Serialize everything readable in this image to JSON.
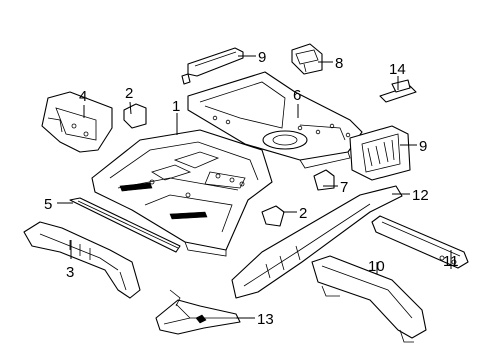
{
  "callouts": [
    {
      "id": "c1",
      "text": "1"
    },
    {
      "id": "c2a",
      "text": "2"
    },
    {
      "id": "c2b",
      "text": "2"
    },
    {
      "id": "c3",
      "text": "3"
    },
    {
      "id": "c4",
      "text": "4"
    },
    {
      "id": "c5",
      "text": "5"
    },
    {
      "id": "c6",
      "text": "6"
    },
    {
      "id": "c7",
      "text": "7"
    },
    {
      "id": "c8",
      "text": "8"
    },
    {
      "id": "c9a",
      "text": "9"
    },
    {
      "id": "c9b",
      "text": "9"
    },
    {
      "id": "c10",
      "text": "10"
    },
    {
      "id": "c11",
      "text": "11"
    },
    {
      "id": "c12",
      "text": "12"
    },
    {
      "id": "c13",
      "text": "13"
    },
    {
      "id": "c14",
      "text": "14"
    }
  ]
}
